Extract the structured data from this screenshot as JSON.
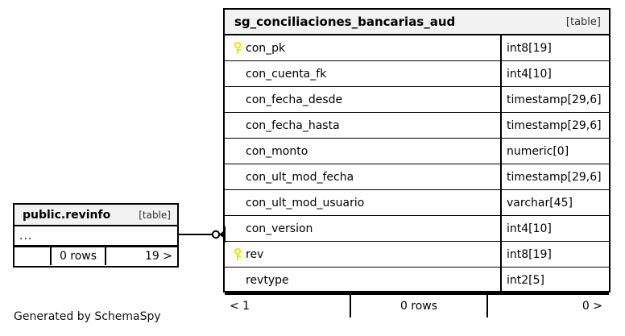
{
  "diagram": {
    "generator_note": "Generated by SchemaSpy",
    "type_badge": "[table]"
  },
  "main_table": {
    "title": "sg_conciliaciones_bancarias_aud",
    "type_badge": "[table]",
    "columns": [
      {
        "name": "con_pk",
        "type": "int8[19]",
        "key": "primary-key-icon"
      },
      {
        "name": "con_cuenta_fk",
        "type": "int4[10]",
        "key": ""
      },
      {
        "name": "con_fecha_desde",
        "type": "timestamp[29,6]",
        "key": ""
      },
      {
        "name": "con_fecha_hasta",
        "type": "timestamp[29,6]",
        "key": ""
      },
      {
        "name": "con_monto",
        "type": "numeric[0]",
        "key": ""
      },
      {
        "name": "con_ult_mod_fecha",
        "type": "timestamp[29,6]",
        "key": ""
      },
      {
        "name": "con_ult_mod_usuario",
        "type": "varchar[45]",
        "key": ""
      },
      {
        "name": "con_version",
        "type": "int4[10]",
        "key": ""
      },
      {
        "name": "rev",
        "type": "int8[19]",
        "key": "primary-key-icon"
      },
      {
        "name": "revtype",
        "type": "int2[5]",
        "key": ""
      }
    ],
    "footer": {
      "prev": "< 1",
      "rows": "0 rows",
      "next": "0 >"
    }
  },
  "left_table": {
    "title": "public.revinfo",
    "type_badge": "[table]",
    "columns": [
      {
        "name": "...",
        "type": "",
        "key": ""
      }
    ],
    "footer": {
      "prev": "",
      "rows": "0 rows",
      "next": "19 >"
    }
  },
  "colors": {
    "key_yellow": "#e8e800",
    "border": "#000000",
    "header_fill": "#f2f2f2",
    "background": "#ffffff"
  }
}
